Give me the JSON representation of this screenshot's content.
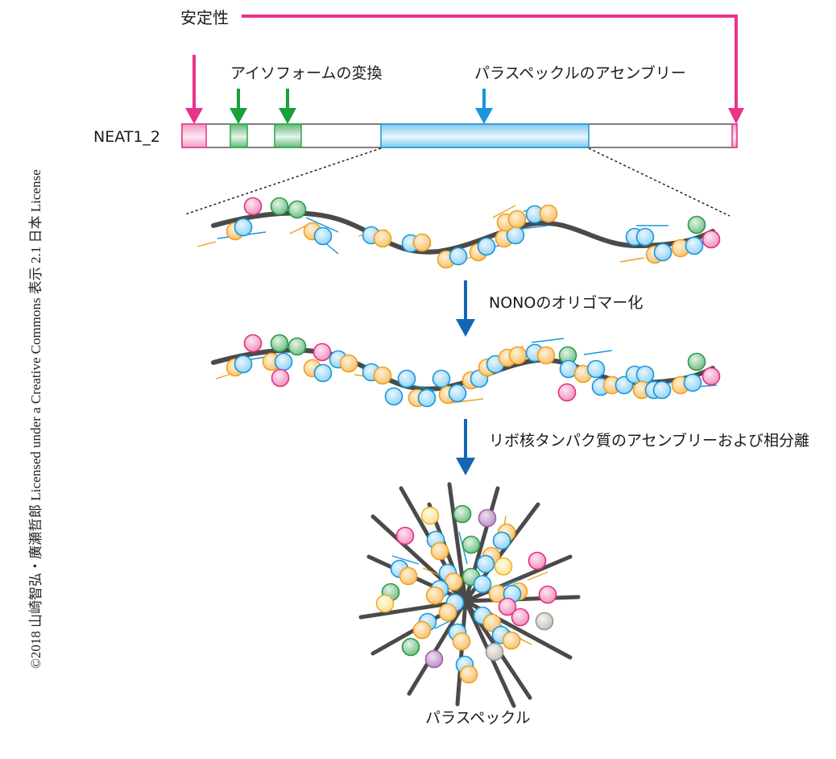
{
  "credit": "©2018 山崎智弘・廣瀬哲郎 Licensed under a Creative Commons 表示 2.1 日本 License",
  "gene": {
    "name": "NEAT1_2",
    "labels": {
      "stability": "安定性",
      "isoform": "アイソフォームの変換",
      "paraspeckle_assembly": "パラスペックルのアセンブリー"
    },
    "regions": [
      {
        "role": "stability-5prime",
        "color": "#e8348a"
      },
      {
        "role": "isoform-switch-1",
        "color": "#2aa84a"
      },
      {
        "role": "isoform-switch-2",
        "color": "#2aa84a"
      },
      {
        "role": "paraspeckle-assembly-domain",
        "color": "#1a96d8"
      },
      {
        "role": "stability-3prime",
        "color": "#e8348a"
      }
    ]
  },
  "steps": [
    {
      "label": "NONOのオリゴマー化"
    },
    {
      "label": "リボ核タンパク質のアセンブリーおよび相分離"
    }
  ],
  "final_label": "パラスペックル",
  "colors": {
    "pink": "#e8348a",
    "green": "#2aa84a",
    "blue_arrow": "#1a96d8",
    "step_arrow": "#1565b5",
    "protein_blue": "#3aa8e0",
    "protein_orange": "#f4a62a",
    "protein_pink": "#e23a8a",
    "protein_green": "#2e9a4a",
    "protein_yellow": "#f0b02a",
    "protein_purple": "#9a62a8",
    "protein_gray": "#9a9a9a",
    "rna": "#4a4a4a"
  }
}
